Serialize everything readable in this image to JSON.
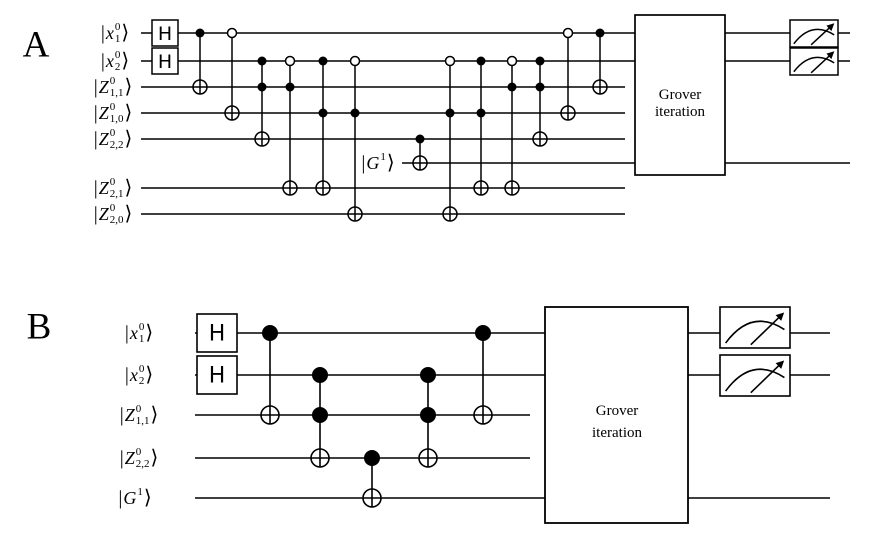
{
  "ket": {
    "open": "|",
    "close": "⟩"
  },
  "panel_a": {
    "label": "A",
    "wires": [
      {
        "base": "x",
        "sup": "0",
        "sub": "1"
      },
      {
        "base": "x",
        "sup": "0",
        "sub": "2"
      },
      {
        "base": "Z",
        "sup": "0",
        "sub": "1,1"
      },
      {
        "base": "Z",
        "sup": "0",
        "sub": "1,0"
      },
      {
        "base": "Z",
        "sup": "0",
        "sub": "2,2"
      },
      {
        "base": "G",
        "sup": "1"
      },
      {
        "base": "Z",
        "sup": "0",
        "sub": "2,1"
      },
      {
        "base": "Z",
        "sup": "0",
        "sub": "2,0"
      }
    ],
    "hadamard_label": "H",
    "hadamard_wires": [
      0,
      1
    ],
    "grover_label": {
      "line1": "Grover",
      "line2": "iteration"
    },
    "measured_wires": [
      0,
      1
    ],
    "gates": [
      {
        "filled": [
          0
        ],
        "open": [],
        "target": 2
      },
      {
        "filled": [],
        "open": [
          0
        ],
        "target": 3
      },
      {
        "filled": [
          1,
          2
        ],
        "open": [],
        "target": 4
      },
      {
        "filled": [
          2
        ],
        "open": [
          1
        ],
        "target": 6
      },
      {
        "filled": [
          1,
          3
        ],
        "open": [],
        "target": 6
      },
      {
        "filled": [
          3
        ],
        "open": [
          1
        ],
        "target": 7
      },
      {
        "filled": [
          4
        ],
        "open": [],
        "target": 5
      },
      {
        "filled": [
          3
        ],
        "open": [
          1
        ],
        "target": 7
      },
      {
        "filled": [
          1,
          3
        ],
        "open": [],
        "target": 6
      },
      {
        "filled": [
          2
        ],
        "open": [
          1
        ],
        "target": 6
      },
      {
        "filled": [
          1,
          2
        ],
        "open": [],
        "target": 4
      },
      {
        "filled": [],
        "open": [
          0
        ],
        "target": 3
      },
      {
        "filled": [
          0
        ],
        "open": [],
        "target": 2
      }
    ]
  },
  "panel_b": {
    "label": "B",
    "wires": [
      {
        "base": "x",
        "sup": "0",
        "sub": "1"
      },
      {
        "base": "x",
        "sup": "0",
        "sub": "2"
      },
      {
        "base": "Z",
        "sup": "0",
        "sub": "1,1"
      },
      {
        "base": "Z",
        "sup": "0",
        "sub": "2,2"
      },
      {
        "base": "G",
        "sup": "1"
      }
    ],
    "hadamard_label": "H",
    "hadamard_wires": [
      0,
      1
    ],
    "grover_label": {
      "line1": "Grover",
      "line2": "iteration"
    },
    "measured_wires": [
      0,
      1
    ],
    "gates": [
      {
        "filled": [
          0
        ],
        "open": [],
        "target": 2
      },
      {
        "filled": [
          1,
          2
        ],
        "open": [],
        "target": 3
      },
      {
        "filled": [
          3
        ],
        "open": [],
        "target": 4
      },
      {
        "filled": [
          1,
          2
        ],
        "open": [],
        "target": 3
      },
      {
        "filled": [
          0
        ],
        "open": [],
        "target": 2
      }
    ]
  }
}
